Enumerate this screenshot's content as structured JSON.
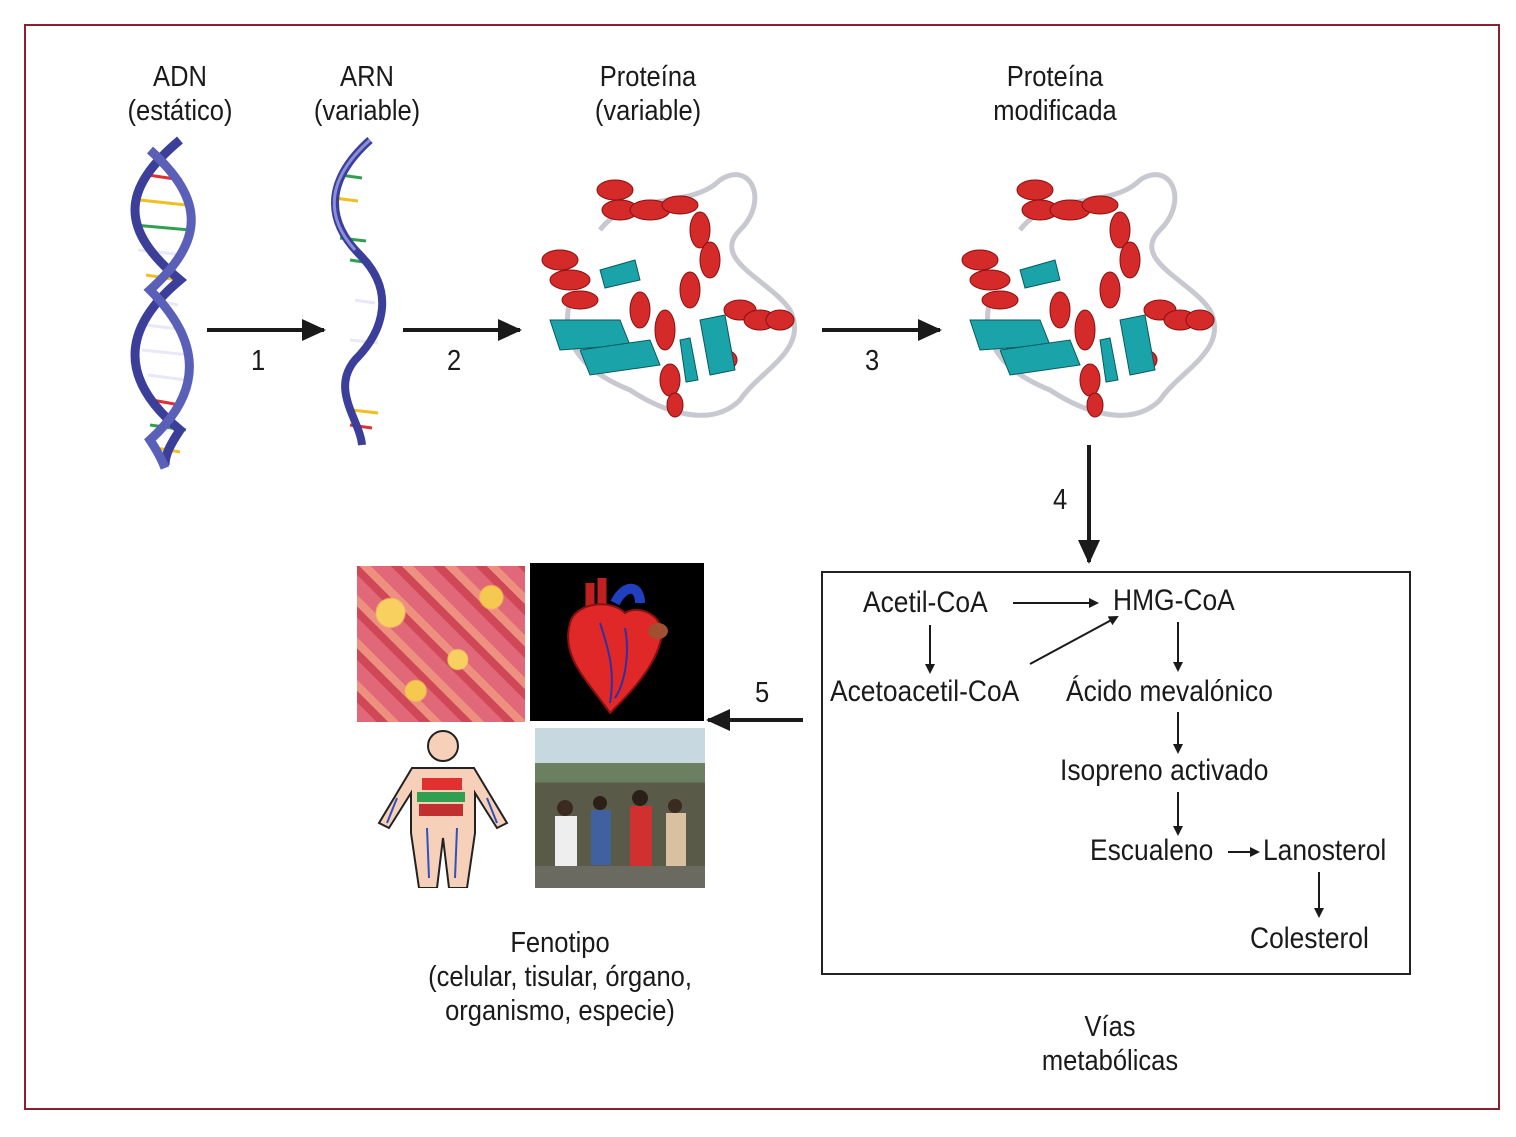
{
  "frame_color": "#8a2030",
  "stages": {
    "dna": {
      "line1": "ADN",
      "line2": "(estático)"
    },
    "rna": {
      "line1": "ARN",
      "line2": "(variable)"
    },
    "protein": {
      "line1": "Proteína",
      "line2": "(variable)"
    },
    "modified_protein": {
      "line1": "Proteína",
      "line2": "modificada"
    }
  },
  "steps": {
    "s1": "1",
    "s2": "2",
    "s3": "3",
    "s4": "4",
    "s5": "5"
  },
  "pathway": {
    "acetyl_coa": "Acetil-CoA",
    "hmg_coa": "HMG-CoA",
    "acetoacetyl_coa": "Acetoacetil-CoA",
    "mevalonic_acid": "Ácido mevalónico",
    "activated_isoprene": "Isopreno activado",
    "squalene": "Escualeno",
    "lanosterol": "Lanosterol",
    "cholesterol": "Colesterol"
  },
  "pathway_caption": {
    "line1": "Vías",
    "line2": "metabólicas"
  },
  "phenotype_caption": {
    "line1": "Fenotipo",
    "line2": "(celular, tisular, órgano,",
    "line3": "organismo, especie)"
  },
  "colors": {
    "helix_red": "#d42a2a",
    "sheet_teal": "#1aa3a8",
    "dna_blue": "#3b3f9a"
  }
}
